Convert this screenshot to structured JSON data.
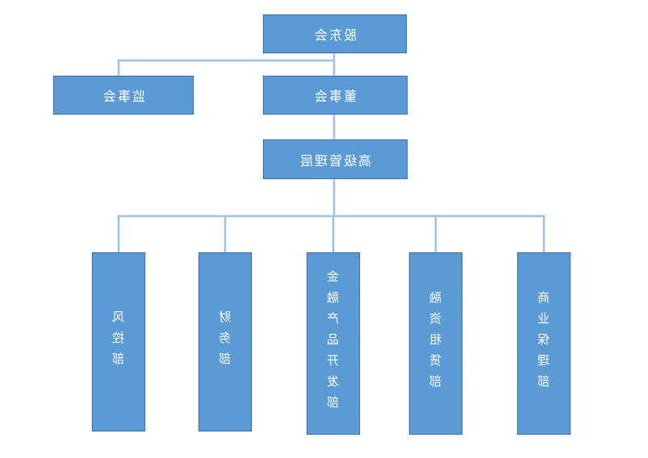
{
  "diagram": {
    "type": "org-chart",
    "nodes": {
      "shareholders": {
        "label": "股东会"
      },
      "supervisory_board": {
        "label": "监事会"
      },
      "board_of_directors": {
        "label": "董事会"
      },
      "senior_management": {
        "label": "高级管理层"
      },
      "departments": [
        {
          "label": "风控部"
        },
        {
          "label": "财务部"
        },
        {
          "label": "金融产品开发部"
        },
        {
          "label": "融资租赁部"
        },
        {
          "label": "商业保理部"
        }
      ]
    },
    "colors": {
      "box_fill": "#5B9BD5",
      "box_border": "#41719C",
      "connector": "#9DC3E6",
      "text": "#FFFFFF",
      "background": "#FFFFFF"
    }
  }
}
